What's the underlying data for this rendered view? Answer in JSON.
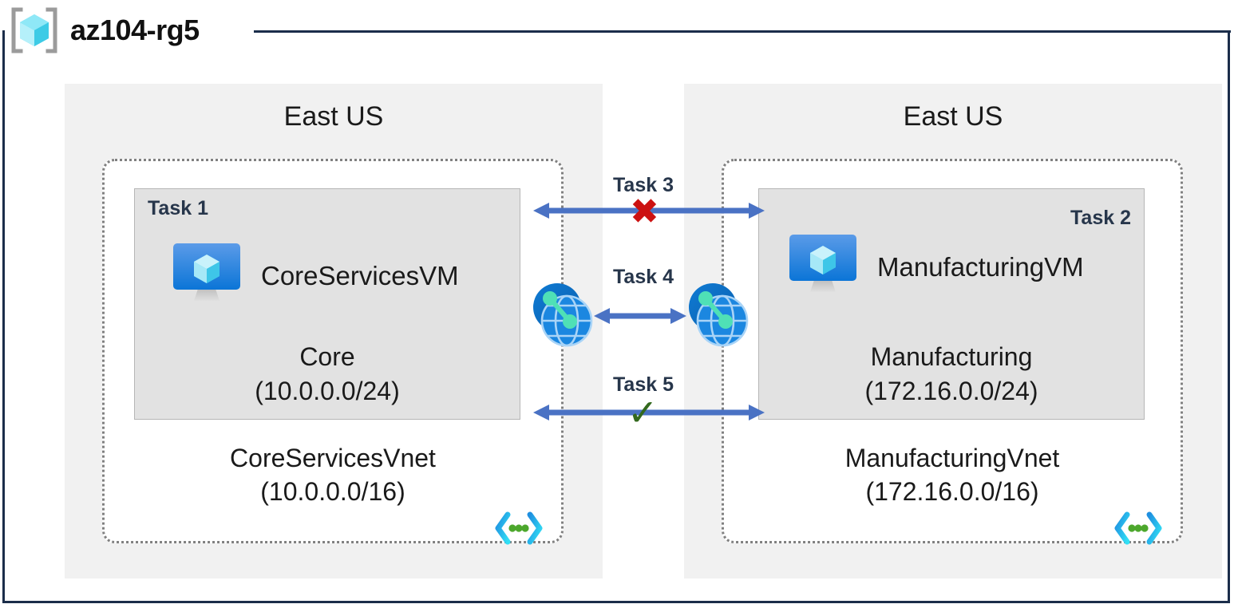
{
  "header": {
    "resource_group_name": "az104-rg5",
    "icon": "resource-group-icon"
  },
  "colors": {
    "frame_border": "#1b2d4a",
    "region_bg": "#f1f1f1",
    "subnet_bg": "#e2e2e2",
    "vnet_border": "#808080",
    "arrow_blue": "#4a72c4",
    "deny_red": "#cc1111",
    "allow_green": "#33691e",
    "azure_blue": "#0b75d7",
    "peering_green": "#4fe0b6"
  },
  "regions": [
    {
      "name": "left-region",
      "label": "East US",
      "vnet": {
        "name": "CoreServicesVnet",
        "address_space": "(10.0.0.0/16)",
        "icon": "vnet-icon",
        "subnet": {
          "task_tag": "Task 1",
          "task_tag_align": "left",
          "name": "Core",
          "address_prefix": "(10.0.0.0/24)",
          "vm": {
            "name": "CoreServicesVM",
            "icon": "virtual-machine-icon"
          }
        }
      }
    },
    {
      "name": "right-region",
      "label": "East US",
      "vnet": {
        "name": "ManufacturingVnet",
        "address_space": "(172.16.0.0/16)",
        "icon": "vnet-icon",
        "subnet": {
          "task_tag": "Task 2",
          "task_tag_align": "right",
          "name": "Manufacturing",
          "address_prefix": "(172.16.0.0/24)",
          "vm": {
            "name": "ManufacturingVM",
            "icon": "virtual-machine-icon"
          }
        }
      }
    }
  ],
  "connections": [
    {
      "id": "task3",
      "label": "Task 3",
      "marker": "✖",
      "marker_type": "blocked",
      "direction": "bidirectional"
    },
    {
      "id": "task4",
      "label": "Task 4",
      "marker": "",
      "marker_type": "peering",
      "direction": "bidirectional"
    },
    {
      "id": "task5",
      "label": "Task 5",
      "marker": "✓",
      "marker_type": "allowed",
      "direction": "bidirectional"
    }
  ],
  "peering_icons": [
    {
      "name": "vnet-peering-icon-left"
    },
    {
      "name": "vnet-peering-icon-right"
    }
  ]
}
